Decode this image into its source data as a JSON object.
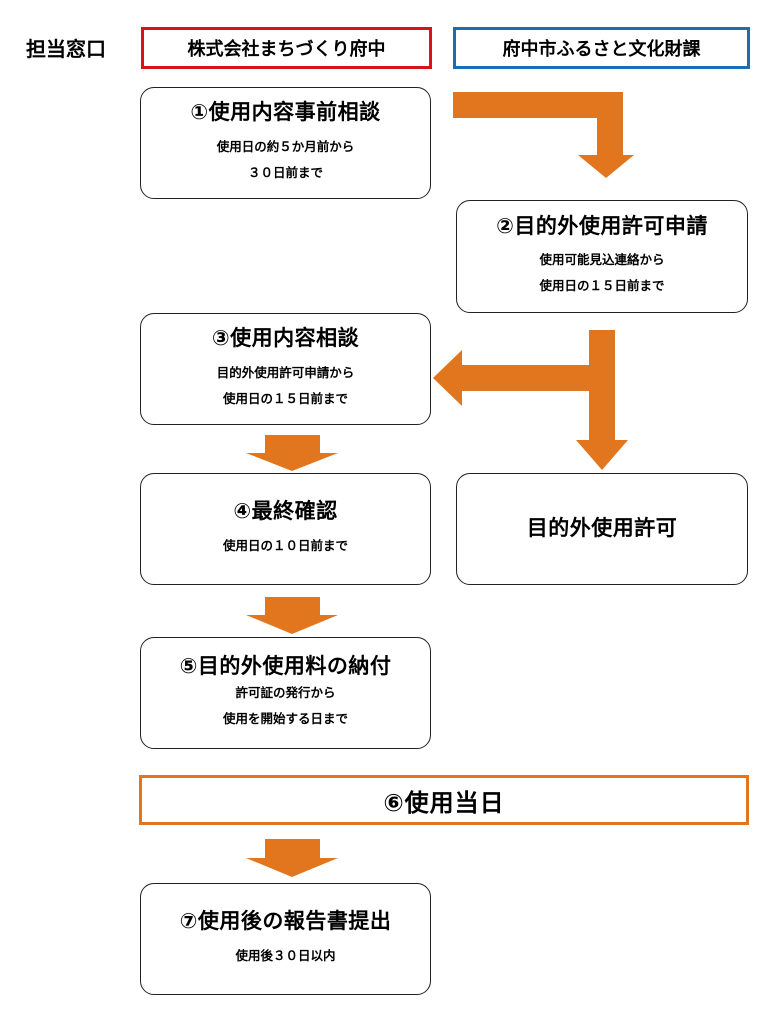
{
  "header": {
    "contact_label": "担当窓口",
    "org_left": "株式会社まちづくり府中",
    "org_right": "府中市ふるさと文化財課"
  },
  "steps": {
    "s1": {
      "title": "①使用内容事前相談",
      "lines": [
        "使用日の約５か月前から",
        "３０日前まで"
      ]
    },
    "s2": {
      "title": "②目的外使用許可申請",
      "lines": [
        "使用可能見込連絡から",
        "使用日の１５日前まで"
      ]
    },
    "s3": {
      "title": "③使用内容相談",
      "lines": [
        "目的外使用許可申請から",
        "使用日の１５日前まで"
      ]
    },
    "s4": {
      "title": "④最終確認",
      "lines": [
        "使用日の１０日前まで"
      ]
    },
    "permit": {
      "title": "目的外使用許可"
    },
    "s5": {
      "title": "⑤目的外使用料の納付",
      "lines": [
        "許可証の発行から",
        "使用を開始する日まで"
      ]
    },
    "s6": {
      "title": "⑥使用当日"
    },
    "s7": {
      "title": "⑦使用後の報告書提出",
      "lines": [
        "使用後３０日以内"
      ]
    }
  },
  "colors": {
    "arrow": "#e2761f",
    "left_border": "#d7141c",
    "right_border": "#1a6eb5",
    "day_border": "#e2761f"
  }
}
